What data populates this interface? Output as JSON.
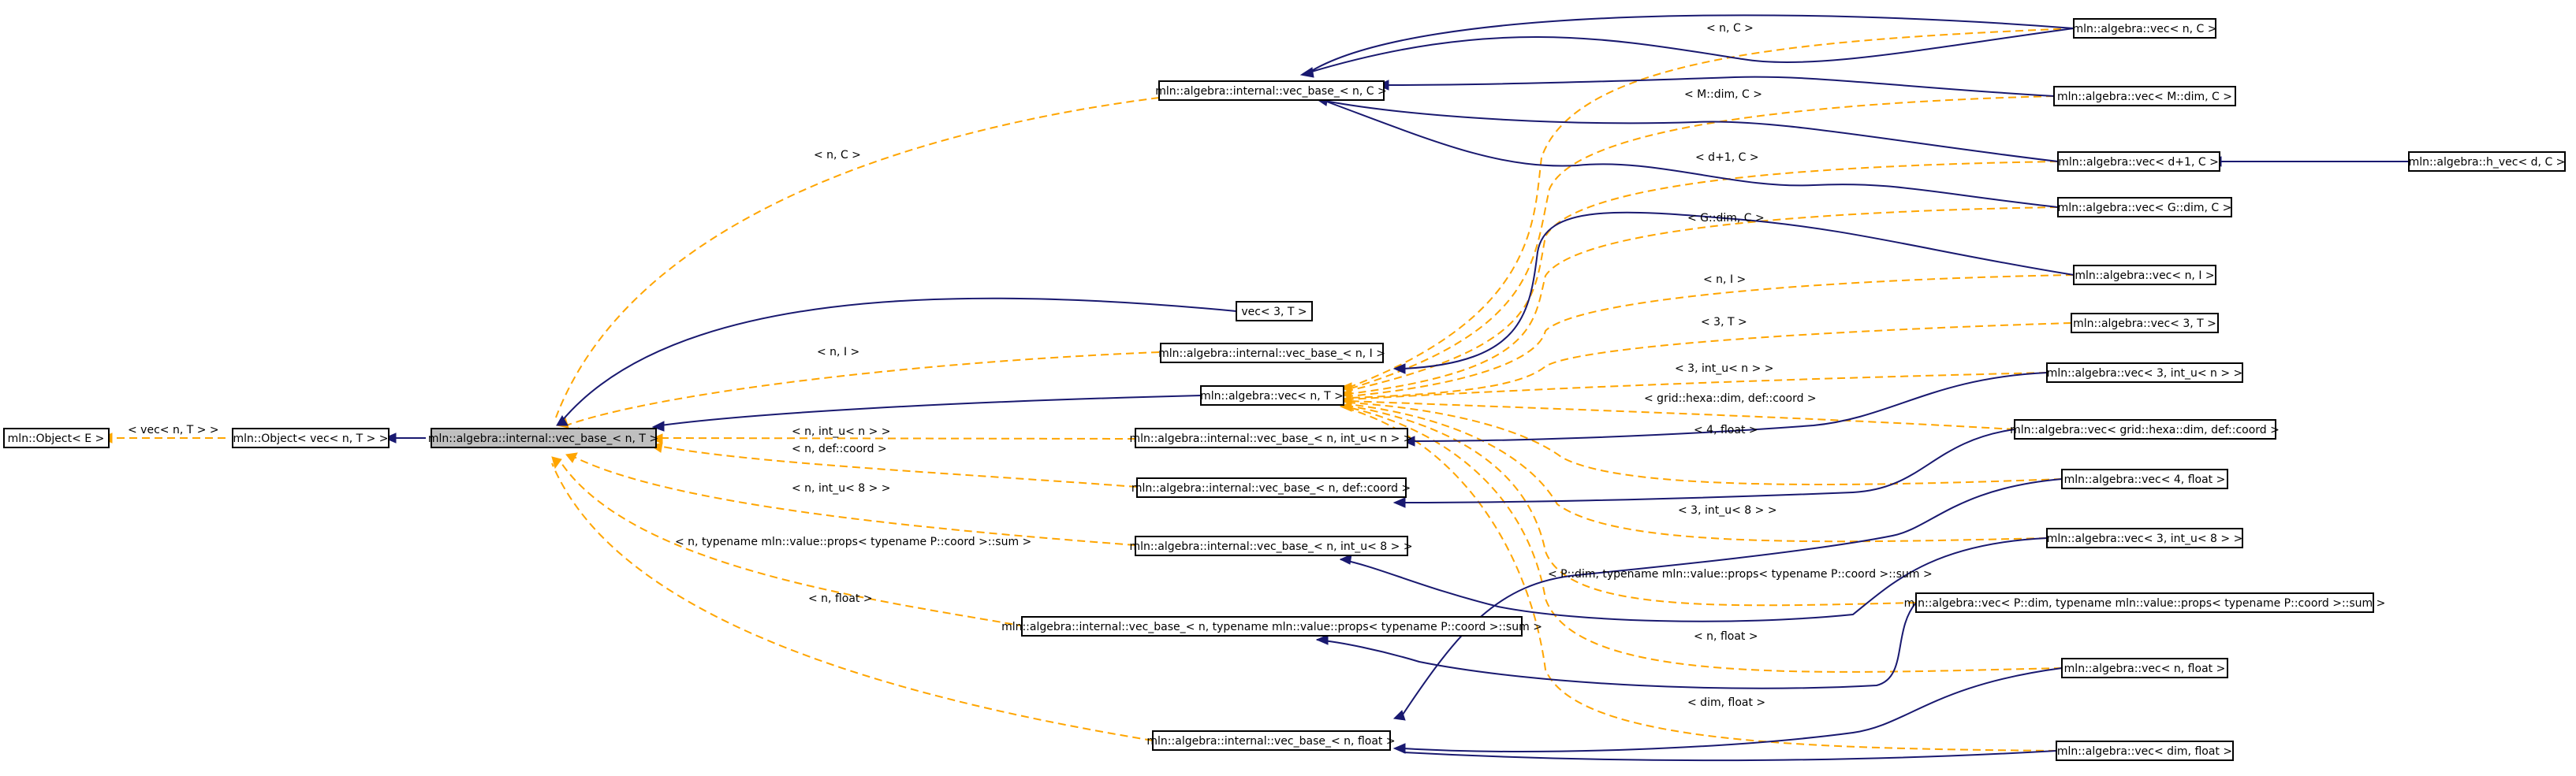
{
  "nodes": {
    "object_E": "mln::Object< E >",
    "object_vec": "mln::Object< vec< n, T > >",
    "vec_base_nT": "mln::algebra::internal::vec_base_< n, T >",
    "vec_base_nC": "mln::algebra::internal::vec_base_< n, C >",
    "vec3T_plain": "vec< 3, T >",
    "vec_base_nI": "mln::algebra::internal::vec_base_< n, I >",
    "vec_nT": "mln::algebra::vec< n, T >",
    "vec_base_n_intu_n": "mln::algebra::internal::vec_base_< n, int_u< n > >",
    "vec_base_n_defcoord": "mln::algebra::internal::vec_base_< n, def::coord >",
    "vec_base_n_intu8": "mln::algebra::internal::vec_base_< n, int_u< 8 > >",
    "vec_base_n_sum": "mln::algebra::internal::vec_base_< n, typename mln::value::props< typename P::coord >::sum >",
    "vec_base_n_float": "mln::algebra::internal::vec_base_< n, float >",
    "vec_nC": "mln::algebra::vec< n, C >",
    "vec_Mdim": "mln::algebra::vec< M::dim, C >",
    "vec_d1": "mln::algebra::vec< d+1, C >",
    "hvec": "mln::algebra::h_vec< d, C >",
    "vec_Gdim": "mln::algebra::vec< G::dim, C >",
    "vec_nI": "mln::algebra::vec< n, I >",
    "vec_3T": "mln::algebra::vec< 3, T >",
    "vec_3_intu_n": "mln::algebra::vec< 3, int_u< n > >",
    "vec_grid": "mln::algebra::vec< grid::hexa::dim, def::coord >",
    "vec_4float": "mln::algebra::vec< 4, float >",
    "vec_3_intu8": "mln::algebra::vec< 3, int_u< 8 > >",
    "vec_Pdim": "mln::algebra::vec< P::dim, typename mln::value::props< typename P::coord >::sum >",
    "vec_nfloat": "mln::algebra::vec< n, float >",
    "vec_dimfloat": "mln::algebra::vec< dim, float >"
  },
  "labels": {
    "vec_nT_gt": "< vec< n, T > >",
    "nC_left": "< n, C >",
    "nC_right": "< n, C >",
    "nI_left": "< n, I >",
    "n_intu_n_left": "< n, int_u< n > >",
    "n_defcoord_left": "< n, def::coord >",
    "n_intu8_left": "< n, int_u< 8 > >",
    "n_sum_left": "< n, typename mln::value::props< typename P::coord >::sum >",
    "n_float_left": "< n, float >",
    "Mdim": "< M::dim, C >",
    "d1": "< d+1, C >",
    "Gdim": "< G::dim, C >",
    "nI_right": "< n, I >",
    "three_T": "< 3, T >",
    "three_intu_n": "< 3, int_u< n > >",
    "grid": "< grid::hexa::dim, def::coord >",
    "four_float": "< 4, float >",
    "three_intu8": "< 3, int_u< 8 > >",
    "Pdim": "< P::dim, typename mln::value::props< typename P::coord >::sum >",
    "n_float_right": "< n, float >",
    "dim_float": "< dim, float >"
  },
  "colors": {
    "inheritance": "#191970",
    "template": "#ffa500",
    "focus_fill": "#bfbfbf"
  }
}
